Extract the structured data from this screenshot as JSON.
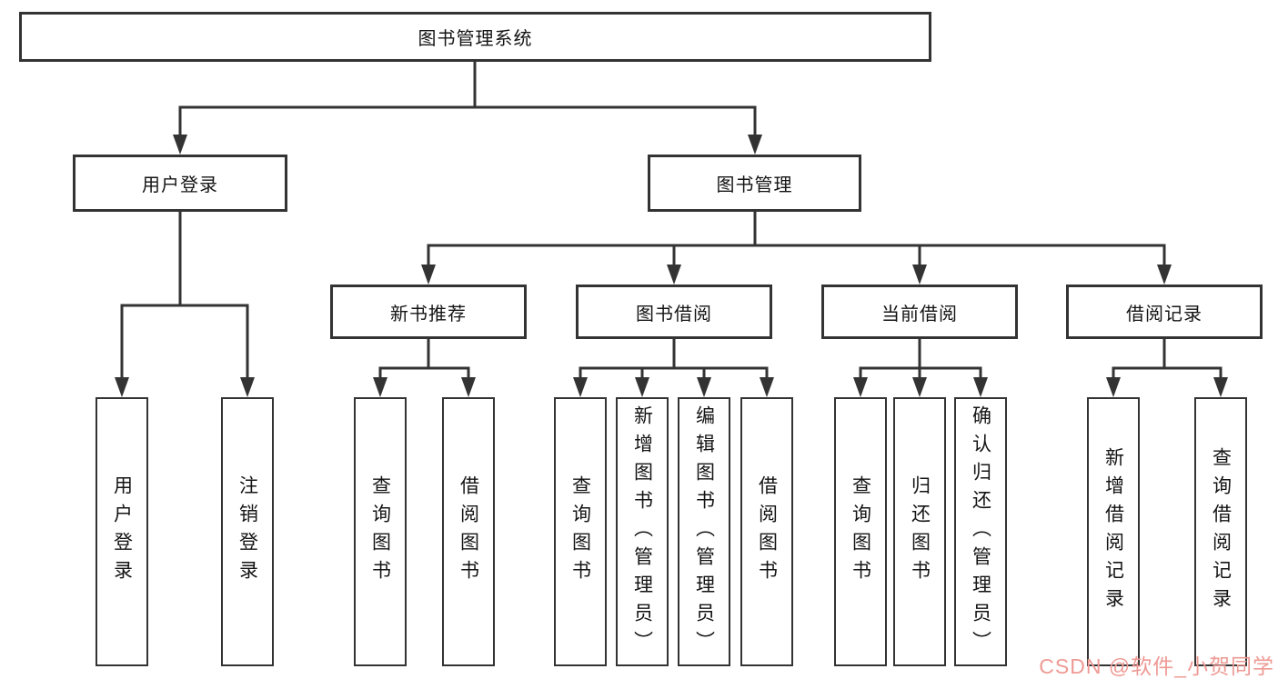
{
  "diagram": {
    "type": "tree",
    "root": {
      "label": "图书管理系统"
    },
    "level2": [
      {
        "label": "用户登录",
        "children": [
          "用户登录",
          "注销登录"
        ]
      },
      {
        "label": "图书管理"
      }
    ],
    "level3": [
      {
        "label": "新书推荐",
        "children": [
          "查询图书",
          "借阅图书"
        ]
      },
      {
        "label": "图书借阅",
        "children": [
          "查询图书",
          "新增图书（管理员）",
          "编辑图书（管理员）",
          "借阅图书"
        ]
      },
      {
        "label": "当前借阅",
        "children": [
          "查询图书",
          "归还图书",
          "确认归还（管理员）"
        ]
      },
      {
        "label": "借阅记录",
        "children": [
          "新增借阅记录",
          "查询借阅记录"
        ]
      }
    ]
  },
  "watermark": {
    "text": "CSDN @软件_小贺同学",
    "color": "#ee9a94"
  },
  "colors": {
    "line": "#333333",
    "box_border": "#333333",
    "text": "#141414",
    "background": "#ffffff"
  }
}
